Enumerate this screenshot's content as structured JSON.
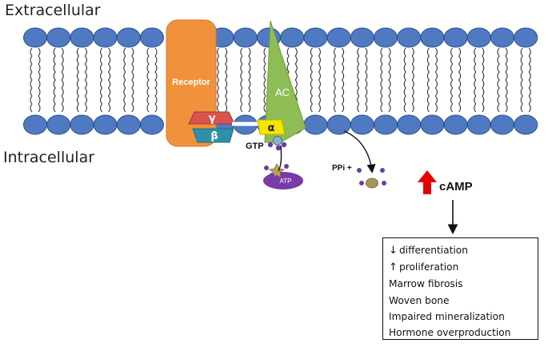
{
  "labels": {
    "extracellular": "Extracellular",
    "intracellular": "Intracellular",
    "receptor": "Receptor",
    "ac": "AC",
    "gamma": "γ",
    "beta": "β",
    "alpha": "α",
    "gtp": "GTP",
    "atp": "ATP",
    "ppi": "PPi +",
    "camp": "cAMP"
  },
  "effects": [
    {
      "arrow": "↓",
      "text": "differentiation"
    },
    {
      "arrow": "↑",
      "text": "proliferation"
    },
    {
      "arrow": "",
      "text": "Marrow fibrosis"
    },
    {
      "arrow": "",
      "text": "Woven bone"
    },
    {
      "arrow": "",
      "text": "Impaired mineralization"
    },
    {
      "arrow": "",
      "text": "Hormone overproduction"
    }
  ],
  "colors": {
    "lipid_head": "#4f7ac2",
    "receptor": "#f0913c",
    "adenylyl_cyclase": "#8fbd55",
    "gamma_subunit": "#d9534f",
    "beta_subunit": "#2f8fa8",
    "alpha_subunit": "#f5e600",
    "atp": "#7a3aa8",
    "camp_arrow": "#e60000"
  }
}
